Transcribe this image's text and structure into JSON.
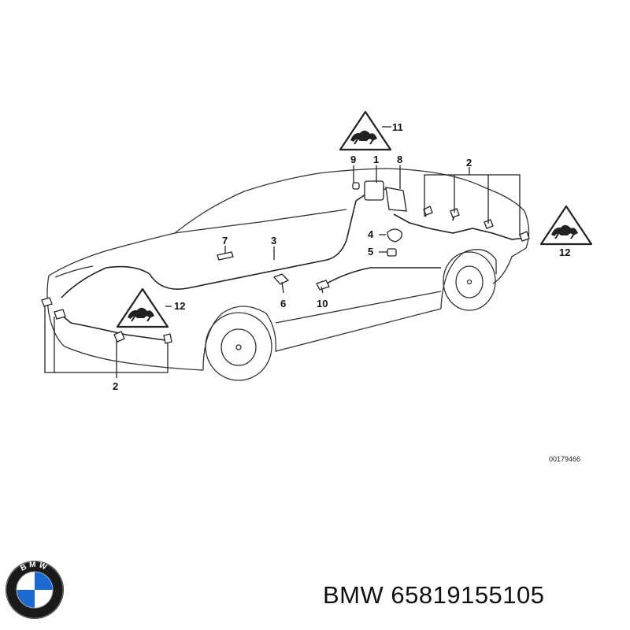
{
  "diagram": {
    "callouts": {
      "c1": "1",
      "c2_top": "2",
      "c2_bottom": "2",
      "c3": "3",
      "c4": "4",
      "c5": "5",
      "c6": "6",
      "c7": "7",
      "c8": "8",
      "c9": "9",
      "c10": "10",
      "c11": "11",
      "c12_left": "12",
      "c12_right": "12"
    },
    "drawing_number": "00179466"
  },
  "footer": {
    "brand": "BMW",
    "part_number": "65819155105",
    "label": "BMW 65819155105"
  },
  "logo": {
    "letters": "BMW",
    "colors": {
      "ring": "#1a1a1a",
      "blue": "#1c69d4",
      "white": "#ffffff"
    }
  }
}
